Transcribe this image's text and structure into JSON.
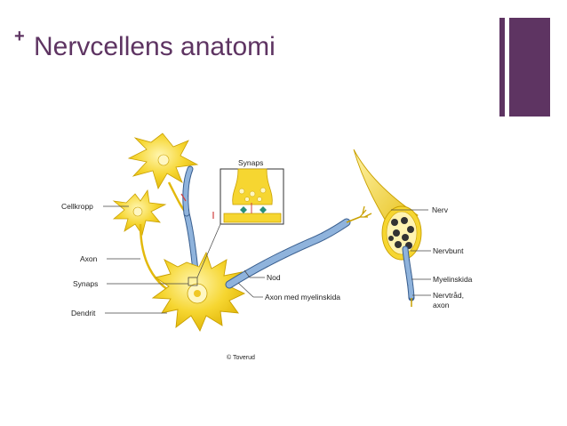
{
  "slide": {
    "title": "Nervcellens anatomi",
    "bullet_symbol": "+"
  },
  "labels": {
    "cellkropp": "Cellkropp",
    "axon": "Axon",
    "synaps_left": "Synaps",
    "dendrit": "Dendrit",
    "synaps_box": "Synaps",
    "nod": "Nod",
    "axon_myelin": "Axon med myelinskida",
    "nerv": "Nerv",
    "nervbunt": "Nervbunt",
    "myelinskida": "Myelinskida",
    "nervtrad_1": "Nervtråd,",
    "nervtrad_2": "axon",
    "copyright": "© Toverud"
  },
  "colors": {
    "accent": "#5e3462",
    "cell": "#f6d631",
    "cell_outline": "#c9a000",
    "myelin": "#8fb3dc",
    "myelin_outline": "#3a5f8f",
    "leader": "#444444"
  }
}
